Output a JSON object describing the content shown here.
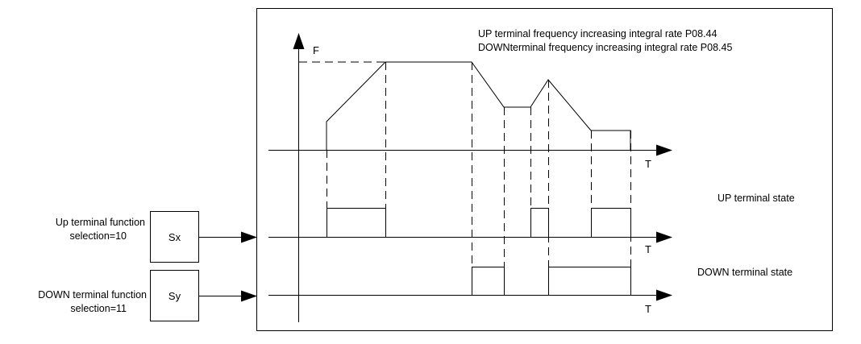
{
  "legend": {
    "line1": "UP terminal frequency increasing integral rate  P08.44",
    "line2": "DOWNterminal frequency increasing integral rate  P08.45"
  },
  "axes": {
    "freq_label": "F",
    "time_label": "T"
  },
  "states": {
    "up": "UP terminal state",
    "down": "DOWN terminal state"
  },
  "inputs": {
    "up": {
      "line1": "Up terminal function",
      "line2": "selection=10",
      "box": "Sx"
    },
    "down": {
      "line1": "DOWN terminal function",
      "line2": "selection=11",
      "box": "Sy"
    }
  }
}
